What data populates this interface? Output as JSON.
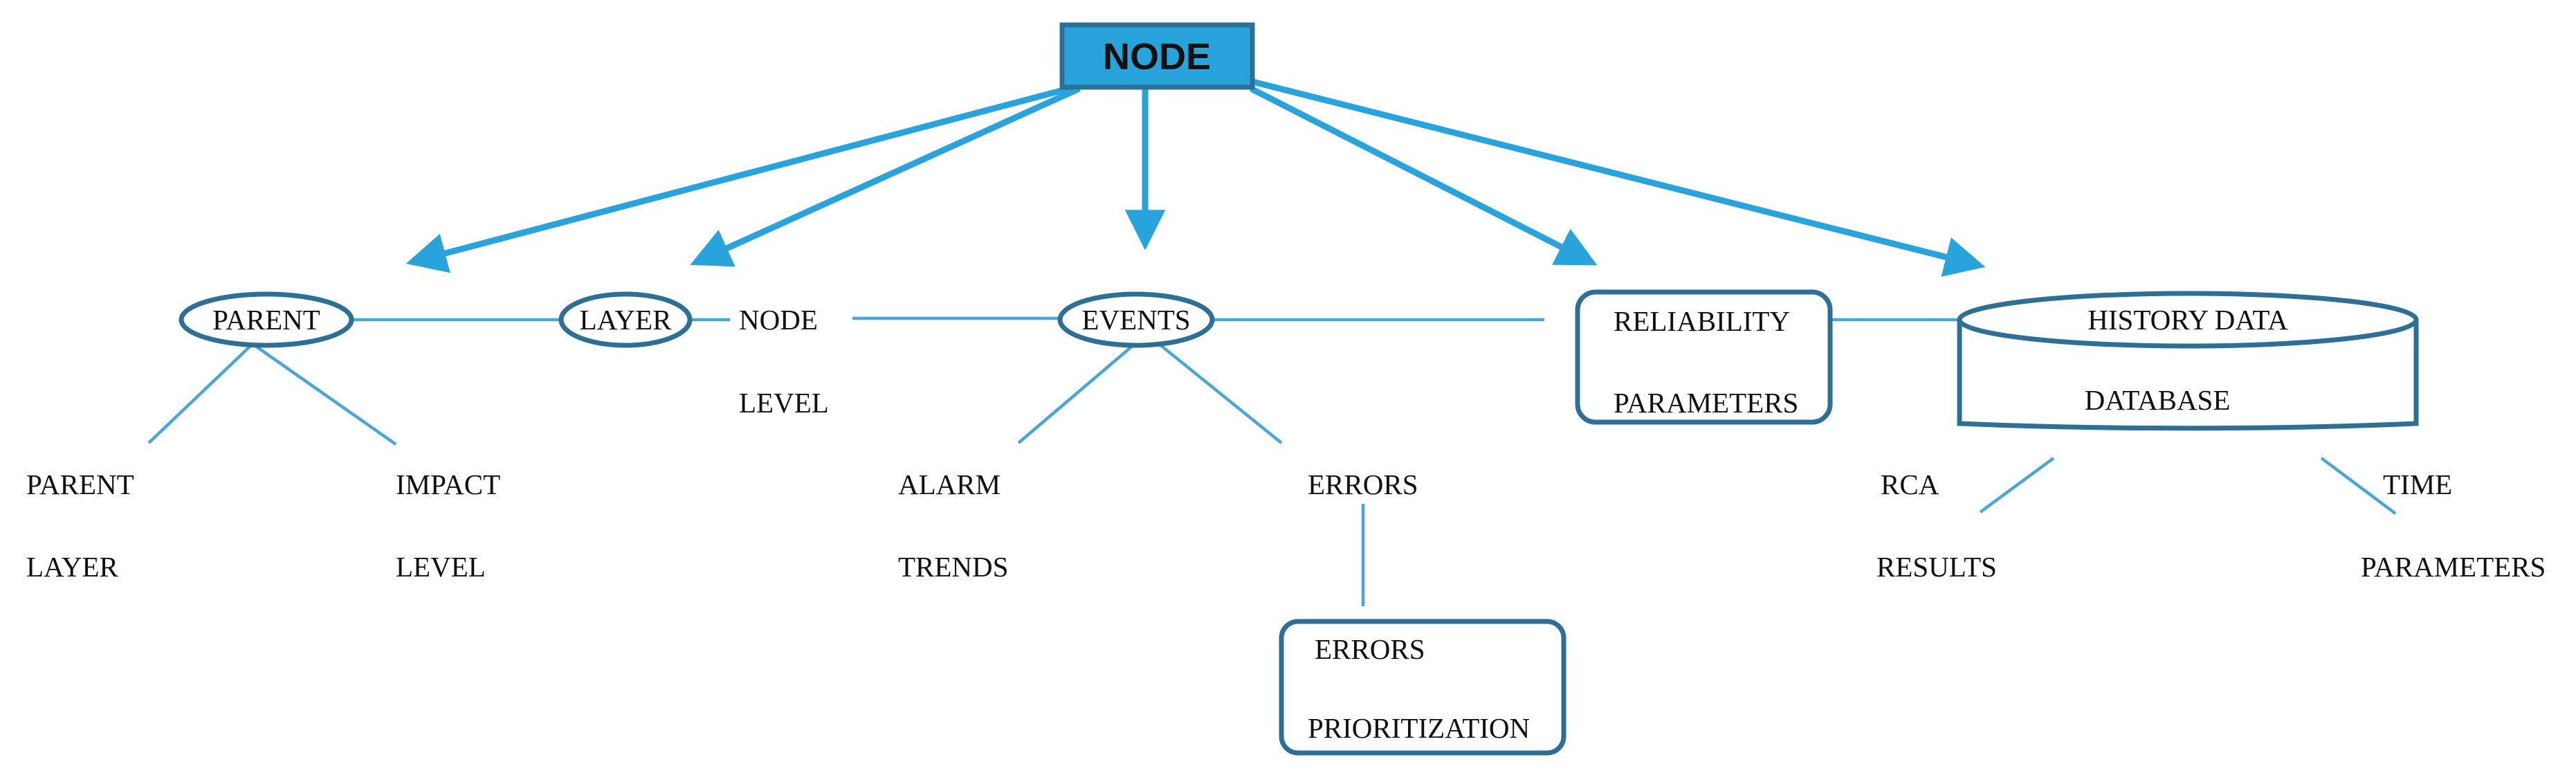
{
  "colors": {
    "accent": "#29a3dc",
    "outline": "#2e6f95",
    "line": "#4aa6d6",
    "text": "#111111"
  },
  "nodes": {
    "root": "NODE",
    "parent": "PARENT",
    "layer": "LAYER",
    "node_level": [
      "NODE",
      "LEVEL"
    ],
    "events": "EVENTS",
    "reliability": [
      "RELIABILITY",
      "PARAMETERS"
    ],
    "history": [
      "HISTORY DATA",
      "DATABASE"
    ]
  },
  "leaves": {
    "parent_layer": [
      "PARENT",
      "LAYER"
    ],
    "impact_level": [
      "IMPACT",
      "LEVEL"
    ],
    "alarm_trends": [
      "ALARM",
      "TRENDS"
    ],
    "errors": "ERRORS",
    "errors_prioritization": [
      "ERRORS",
      "PRIORITIZATION"
    ],
    "rca_results": [
      "RCA",
      "RESULTS"
    ],
    "time_parameters": [
      "TIME",
      "PARAMETERS"
    ]
  }
}
